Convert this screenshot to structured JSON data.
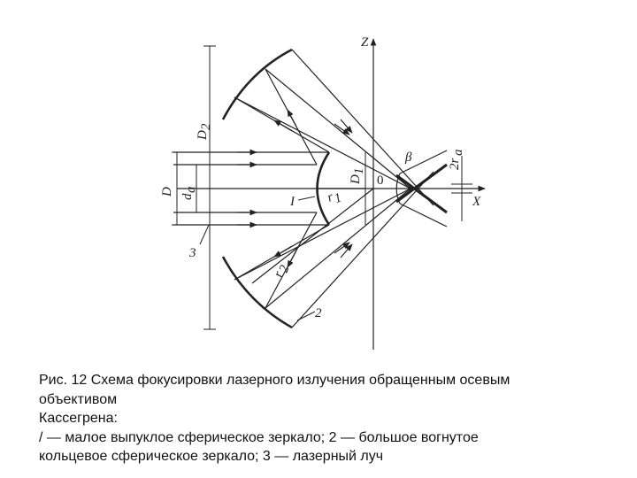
{
  "diagram": {
    "labels": {
      "z": "Z",
      "x": "X",
      "origin": "0",
      "beta": "β",
      "D": "D",
      "D1": "D",
      "D1_sub": "1",
      "D2": "D",
      "D2_sub": "2",
      "da": "d",
      "da_sub": "a",
      "r1": "r",
      "r1_sub": "1",
      "r2": "r",
      "r2_sub": "2",
      "ra": "2r",
      "ra_sub": "a",
      "ref1": "I",
      "ref2": "2",
      "ref3": "3"
    }
  },
  "caption": {
    "line1": "Рис. 12 Схема фокусировки лазерного излучения обращенным осевым",
    "line2": "объективом",
    "line3": "Кассегрена:",
    "line4": "/ — малое выпуклое сферическое зеркало; 2 — большое вогнутое",
    "line5": "кольцевое сферическое зеркало; 3 — лазерный луч"
  }
}
